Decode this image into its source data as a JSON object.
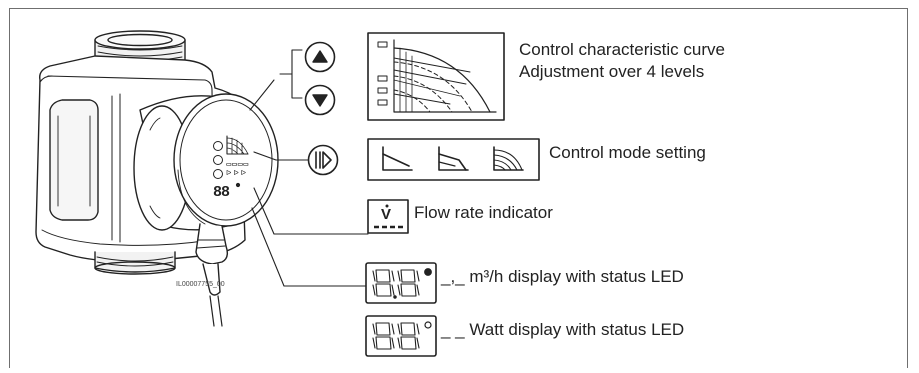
{
  "labels": {
    "curve_line1": "Control characteristic curve",
    "curve_line2": "Adjustment over 4 levels",
    "control_mode": "Control mode setting",
    "flow_rate": "Flow rate indicator",
    "flow_display": "_,_  m³/h display with status LED",
    "watt_display": "_ _  Watt display with status LED"
  },
  "image_code": "IL00007755_00",
  "icons": {
    "up": "up-arrow-icon",
    "down": "down-arrow-icon",
    "mode": "mode-button-icon",
    "flow": "flow-indicator-icon",
    "segment_display": "seven-segment-display-icon",
    "status_led": "status-led-icon"
  },
  "colors": {
    "line": "#222222",
    "frame": "#6f6f6f",
    "fill_light": "#f2f2f2"
  }
}
